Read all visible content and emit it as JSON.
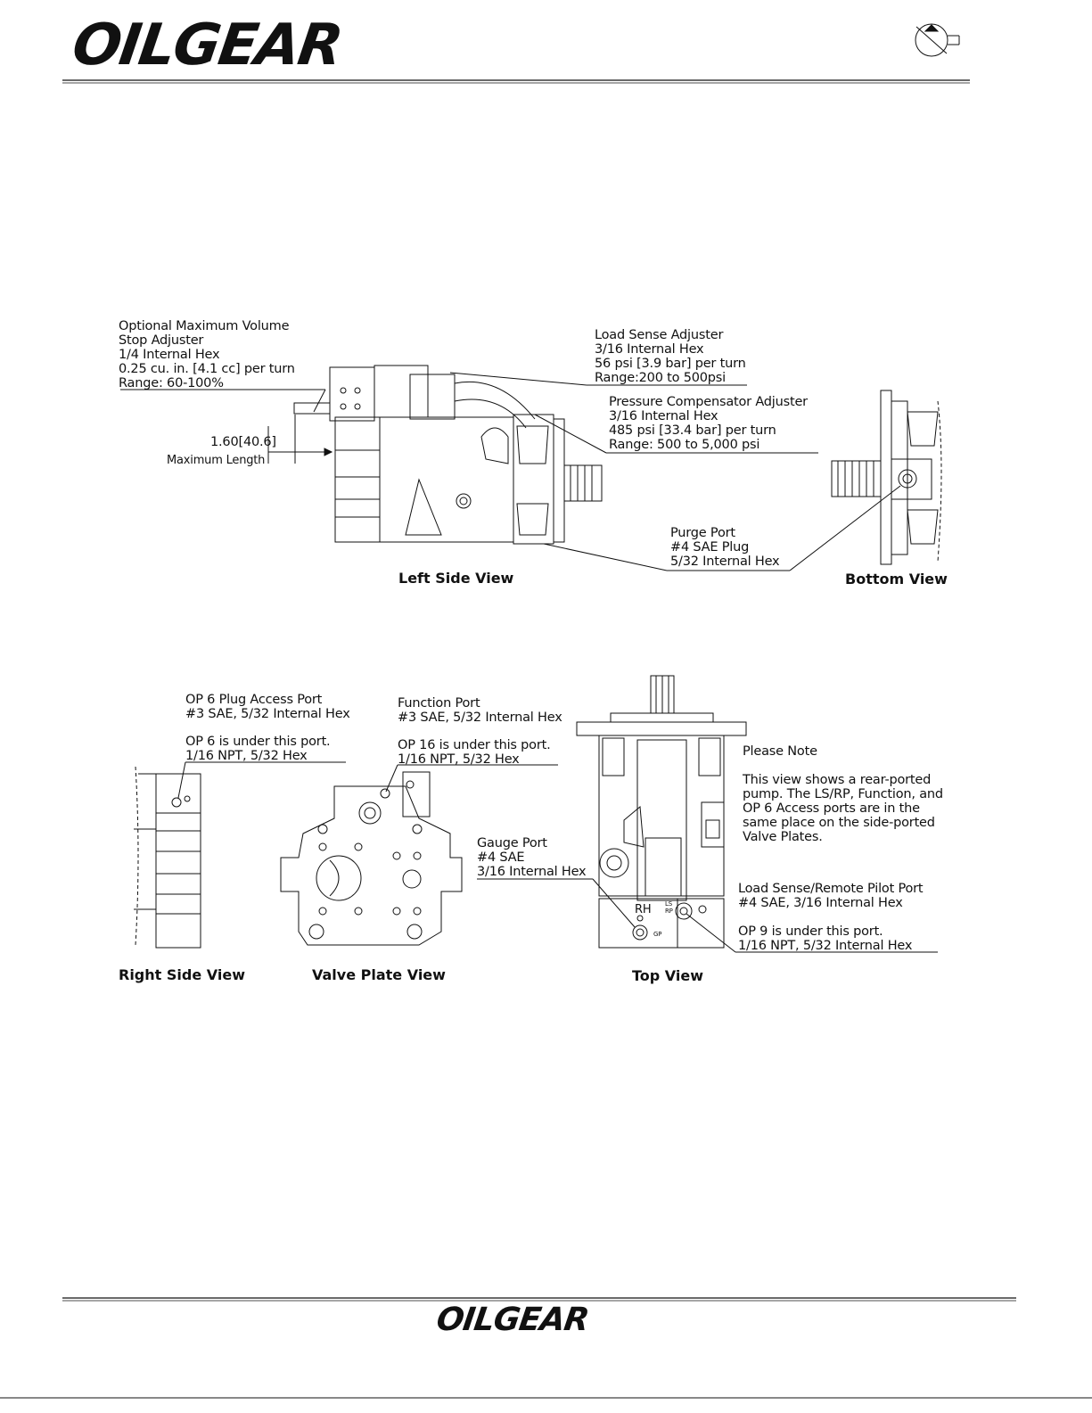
{
  "header": {
    "logo_text": "OILGEAR"
  },
  "footer": {
    "logo_text": "OILGEAR"
  },
  "left_side_view": {
    "caption": "Left Side View",
    "max_volume": {
      "lines": [
        "Optional Maximum Volume",
        "Stop Adjuster",
        "1/4 Internal Hex",
        "0.25 cu. in. [4.1 cc] per turn",
        "Range: 60-100%"
      ]
    },
    "max_length": {
      "value": "1.60[40.6]",
      "label": "Maximum Length"
    },
    "load_sense": {
      "lines": [
        "Load Sense Adjuster",
        "3/16 Internal Hex",
        "56 psi [3.9 bar] per turn",
        "Range:200 to 500psi"
      ]
    },
    "pressure_comp": {
      "lines": [
        "Pressure Compensator Adjuster",
        "3/16 Internal Hex",
        "485 psi [33.4 bar] per turn",
        "Range: 500 to 5,000 psi"
      ]
    },
    "purge_port": {
      "lines": [
        "Purge Port",
        "#4 SAE Plug",
        "5/32 Internal Hex"
      ]
    }
  },
  "bottom_view": {
    "caption": "Bottom View"
  },
  "right_side_view": {
    "caption": "Right Side View",
    "op6_plug": {
      "lines": [
        "OP 6 Plug Access Port",
        "#3 SAE,  5/32 Internal Hex"
      ]
    },
    "op6_under": {
      "lines": [
        "OP 6 is under this port.",
        "1/16 NPT, 5/32 Hex"
      ]
    }
  },
  "valve_plate_view": {
    "caption": "Valve Plate View",
    "function_port": {
      "lines": [
        "Function Port",
        "#3 SAE, 5/32 Internal Hex"
      ]
    },
    "op16_under": {
      "lines": [
        "OP 16 is under this port.",
        "1/16 NPT, 5/32 Hex"
      ]
    },
    "gauge_port": {
      "lines": [
        "Gauge Port",
        "#4 SAE",
        "3/16 Internal Hex"
      ]
    }
  },
  "top_view": {
    "caption": "Top View",
    "please_note_title": "Please Note",
    "please_note_lines": [
      "This view shows a rear-ported",
      "pump.  The LS/RP, Function, and",
      "OP 6 Access ports are in the",
      "same place on the side-ported",
      "Valve Plates."
    ],
    "load_sense_port": {
      "lines": [
        "Load Sense/Remote Pilot Port",
        "#4 SAE, 3/16 Internal Hex"
      ]
    },
    "op9_under": {
      "lines": [
        "OP 9 is under this port.",
        "1/16 NPT, 5/32 Internal Hex"
      ]
    },
    "rh_label": "RH",
    "ls_rp_label": "LS RP",
    "gp_label": "GP"
  }
}
